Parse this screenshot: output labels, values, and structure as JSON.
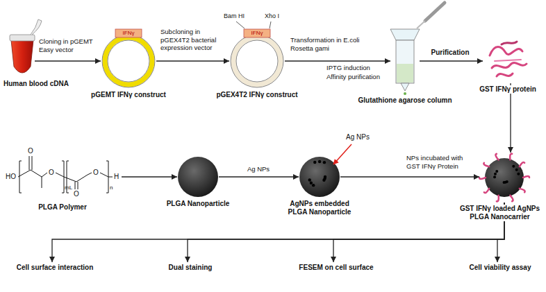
{
  "diagram": {
    "nodes": [
      {
        "text": [
          "Human blood cDNA"
        ]
      },
      {
        "text": [
          "pGEMT IFNγ construct"
        ]
      },
      {
        "text": [
          "pGEX4T2 IFNγ construct"
        ]
      },
      {
        "text": [
          "Glutathione agarose column"
        ]
      },
      {
        "text": [
          "GST IFNγ protein"
        ]
      },
      {
        "text": [
          "PLGA Polymer"
        ]
      },
      {
        "text": [
          "PLGA Nanoparticle"
        ]
      },
      {
        "text": [
          "AgNPs embedded PLGA Nanoparticle"
        ]
      },
      {
        "text": [
          "GST IFNγ loaded AgNPs PLGA Nanocarrier"
        ]
      },
      {
        "text": [
          "Cell surface interaction"
        ]
      },
      {
        "text": [
          "Dual staining"
        ]
      },
      {
        "text": [
          "FESEM on cell surface"
        ]
      },
      {
        "text": [
          "Cell viability assay"
        ]
      }
    ],
    "edges": [
      {
        "from": 0,
        "to": 1,
        "arrow": "to",
        "label": "Cloning in pGEMT Easy vector"
      },
      {
        "from": 1,
        "to": 2,
        "arrow": "to",
        "label": "Subcloning in pGEX4T2 bacterial expression vector"
      },
      {
        "from": 2,
        "to": 3,
        "arrow": "to",
        "label": "Transformation in E.coli Rosetta gami"
      },
      {
        "from": 3,
        "to": 4,
        "arrow": "to",
        "label": "Purification"
      },
      {
        "from": 4,
        "to": 8,
        "arrow": "to"
      },
      {
        "from": 5,
        "to": 6,
        "arrow": "to"
      },
      {
        "from": 6,
        "to": 7,
        "arrow": "to",
        "label": "Ag NPs"
      },
      {
        "from": 7,
        "to": 8,
        "arrow": "to",
        "label": "NPs incubated with GST IFNγ Protein"
      },
      {
        "from": 8,
        "to": 9,
        "arrow": "to"
      },
      {
        "from": 8,
        "to": 10,
        "arrow": "to"
      },
      {
        "from": 8,
        "to": 11,
        "arrow": "to"
      },
      {
        "from": 8,
        "to": 12,
        "arrow": "to"
      }
    ],
    "labels": [
      "IFNγ",
      "Bam HI",
      "Xho I",
      "IFNγ",
      "IPTG induction",
      "Affinity purification",
      "HO",
      "O",
      "O",
      "mL",
      "O",
      "O",
      "n",
      "H",
      "Ag NPs"
    ]
  }
}
